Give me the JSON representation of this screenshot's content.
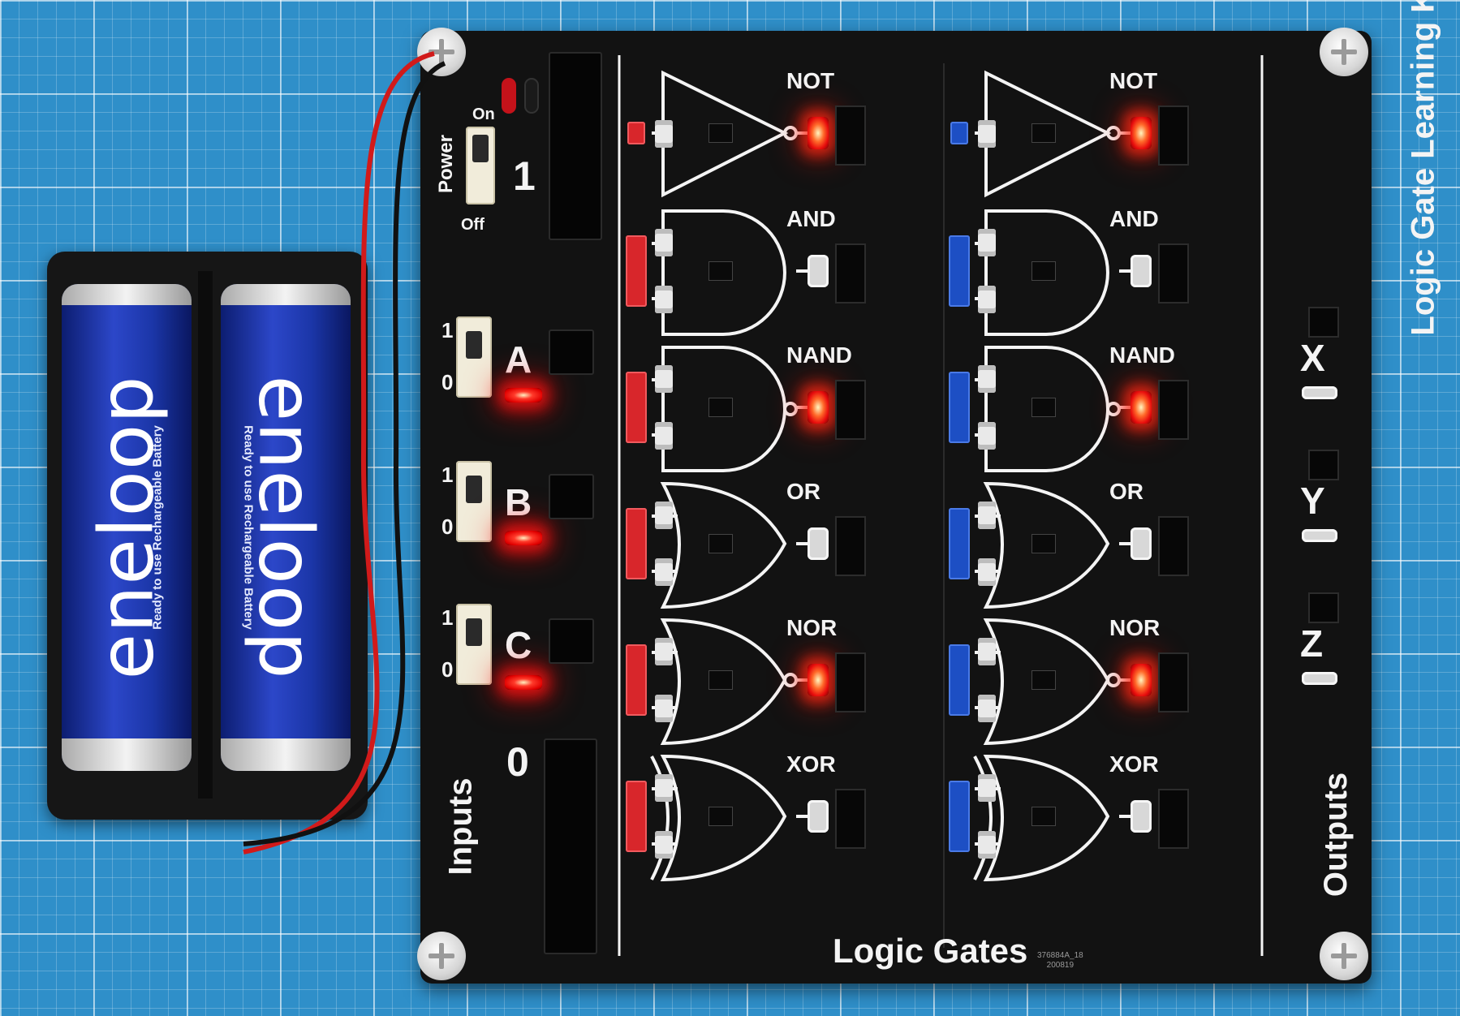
{
  "battery_pack": {
    "batteries": [
      {
        "brand": "eneloop",
        "tagline": "Ready to use Rechargeable Battery"
      },
      {
        "brand": "eneloop",
        "tagline": "Ready to use Rechargeable Battery"
      }
    ]
  },
  "board": {
    "title": "Logic Gates",
    "side_title": "Logic Gate Learning Kit",
    "inputs_label": "Inputs",
    "outputs_label": "Outputs",
    "power": {
      "label": "Power",
      "on": "On",
      "off": "Off"
    },
    "rail_high": "1",
    "rail_low": "0",
    "input_switches": [
      {
        "letter": "A",
        "one": "1",
        "zero": "0"
      },
      {
        "letter": "B",
        "one": "1",
        "zero": "0"
      },
      {
        "letter": "C",
        "one": "1",
        "zero": "0"
      }
    ],
    "outputs": [
      "X",
      "Y",
      "Z"
    ],
    "gate_columns": [
      {
        "jumper_color": "#d8262b",
        "gates": [
          {
            "label": "NOT",
            "output_on": true
          },
          {
            "label": "AND",
            "output_on": false
          },
          {
            "label": "NAND",
            "output_on": true
          },
          {
            "label": "OR",
            "output_on": false
          },
          {
            "label": "NOR",
            "output_on": true
          },
          {
            "label": "XOR",
            "output_on": false
          }
        ]
      },
      {
        "jumper_color": "#1d4fc4",
        "gates": [
          {
            "label": "NOT",
            "output_on": true
          },
          {
            "label": "AND",
            "output_on": false
          },
          {
            "label": "NAND",
            "output_on": true
          },
          {
            "label": "OR",
            "output_on": false
          },
          {
            "label": "NOR",
            "output_on": true
          },
          {
            "label": "XOR",
            "output_on": false
          }
        ]
      }
    ],
    "pcb_id_line1": "376884A_18",
    "pcb_id_line2": "200819"
  },
  "colors": {
    "board": "#121212",
    "silkscreen": "#f4f4f4",
    "led_on": "#e80d0d",
    "mat": "#2f8fc9",
    "battery": "#1b36a8"
  }
}
